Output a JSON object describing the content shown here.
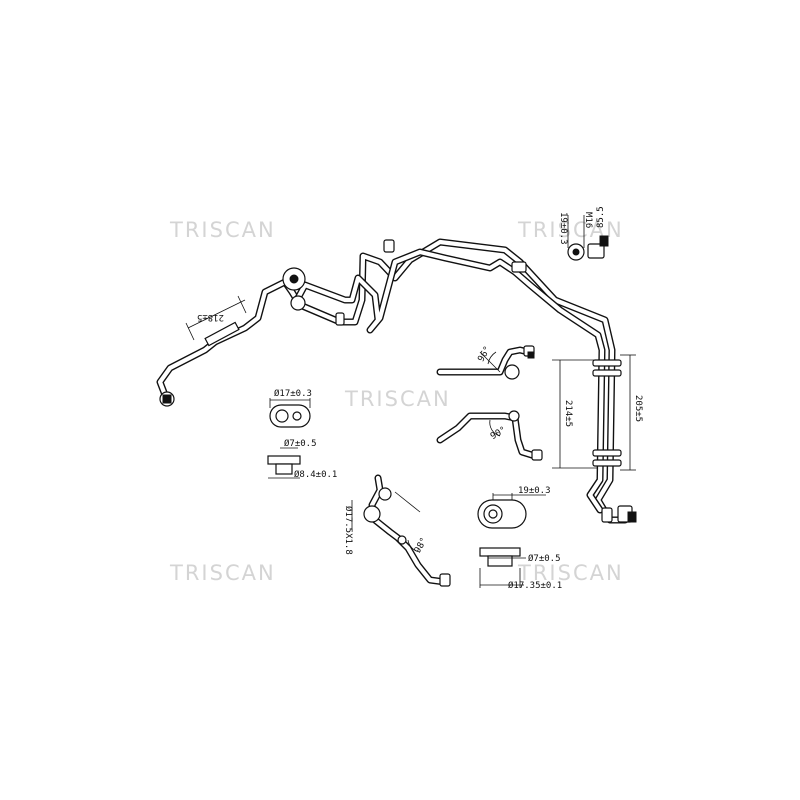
{
  "watermark": {
    "text": "TRISCAN",
    "color": "#d4d4d4"
  },
  "line_color": "#111111",
  "background": "#ffffff",
  "dimensions": {
    "main_left": "218±5",
    "top_right_1": "19±0.3",
    "top_right_2": "M16",
    "top_right_3": "85.5",
    "vertical_1": "214±5",
    "vertical_2": "205±5",
    "angle_upper": "96°",
    "angle_lower": "90°",
    "port_left_outer": "Ø17±0.3",
    "port_left_inner": "Ø7±0.5",
    "port_left_base": "Ø8.4±0.1",
    "port_mid_side": "Ø17.5X1.8",
    "angle_mid": "98°",
    "port_right_width": "19±0.3",
    "port_right_inner": "Ø7±0.5",
    "port_right_base": "Ø17.35±0.1"
  }
}
